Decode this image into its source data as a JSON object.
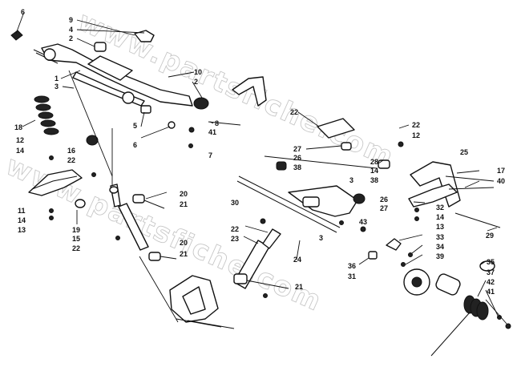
{
  "watermark": "www.partsfiche.com",
  "callouts": [
    {
      "id": "c6a",
      "text": "6"
    },
    {
      "id": "c9",
      "text": "9"
    },
    {
      "id": "c4",
      "text": "4"
    },
    {
      "id": "c2a",
      "text": "2"
    },
    {
      "id": "c1",
      "text": "1"
    },
    {
      "id": "c3a",
      "text": "3"
    },
    {
      "id": "c10",
      "text": "10"
    },
    {
      "id": "c2b",
      "text": "2"
    },
    {
      "id": "c18",
      "text": "18"
    },
    {
      "id": "c5",
      "text": "5"
    },
    {
      "id": "c6b",
      "text": "6"
    },
    {
      "id": "c8",
      "text": "8"
    },
    {
      "id": "c41a",
      "text": "41"
    },
    {
      "id": "c7",
      "text": "7"
    },
    {
      "id": "c12a",
      "text": "12"
    },
    {
      "id": "c16",
      "text": "16"
    },
    {
      "id": "c14a",
      "text": "14"
    },
    {
      "id": "c22a",
      "text": "22"
    },
    {
      "id": "c11",
      "text": "11"
    },
    {
      "id": "c14b",
      "text": "14"
    },
    {
      "id": "c13a",
      "text": "13"
    },
    {
      "id": "c20a",
      "text": "20"
    },
    {
      "id": "c21a",
      "text": "21"
    },
    {
      "id": "c19",
      "text": "19"
    },
    {
      "id": "c15",
      "text": "15"
    },
    {
      "id": "c22b",
      "text": "22"
    },
    {
      "id": "c20b",
      "text": "20"
    },
    {
      "id": "c21b",
      "text": "21"
    },
    {
      "id": "c22c",
      "text": "22"
    },
    {
      "id": "c23",
      "text": "23"
    },
    {
      "id": "c24",
      "text": "24"
    },
    {
      "id": "c3b",
      "text": "3"
    },
    {
      "id": "c21c",
      "text": "21"
    },
    {
      "id": "c22d",
      "text": "22"
    },
    {
      "id": "c27a",
      "text": "27"
    },
    {
      "id": "c26a",
      "text": "26"
    },
    {
      "id": "c38a",
      "text": "38"
    },
    {
      "id": "c30",
      "text": "30"
    },
    {
      "id": "c22e",
      "text": "22"
    },
    {
      "id": "c12b",
      "text": "12"
    },
    {
      "id": "c28",
      "text": "28"
    },
    {
      "id": "c14c",
      "text": "14"
    },
    {
      "id": "c38b",
      "text": "38"
    },
    {
      "id": "c3c",
      "text": "3"
    },
    {
      "id": "c25",
      "text": "25"
    },
    {
      "id": "c17",
      "text": "17"
    },
    {
      "id": "c40",
      "text": "40"
    },
    {
      "id": "c26b",
      "text": "26"
    },
    {
      "id": "c27b",
      "text": "27"
    },
    {
      "id": "c43",
      "text": "43"
    },
    {
      "id": "c32",
      "text": "32"
    },
    {
      "id": "c14d",
      "text": "14"
    },
    {
      "id": "c13b",
      "text": "13"
    },
    {
      "id": "c29",
      "text": "29"
    },
    {
      "id": "c33",
      "text": "33"
    },
    {
      "id": "c34",
      "text": "34"
    },
    {
      "id": "c39",
      "text": "39"
    },
    {
      "id": "c36",
      "text": "36"
    },
    {
      "id": "c31",
      "text": "31"
    },
    {
      "id": "c35",
      "text": "35"
    },
    {
      "id": "c37",
      "text": "37"
    },
    {
      "id": "c42",
      "text": "42"
    },
    {
      "id": "c41b",
      "text": "41"
    }
  ]
}
